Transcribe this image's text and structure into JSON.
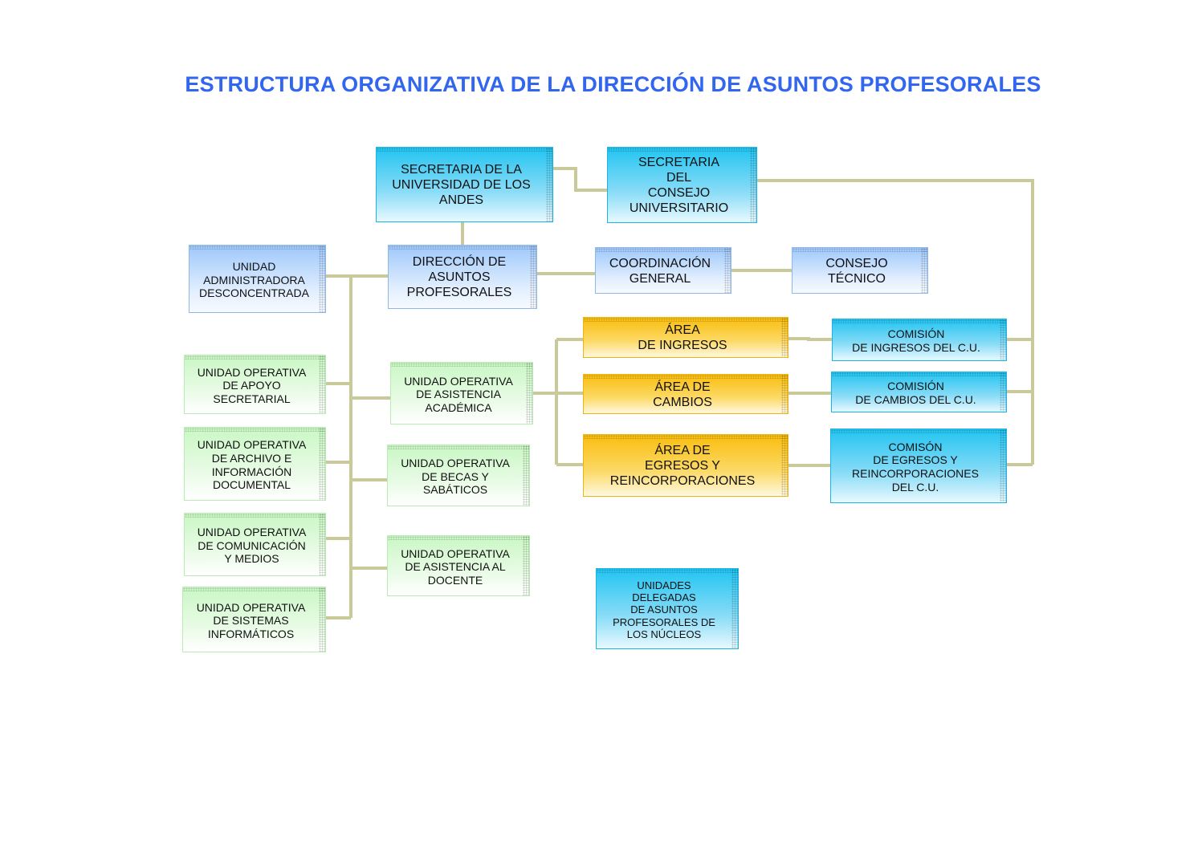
{
  "title": "ESTRUCTURA ORGANIZATIVA DE LA DIRECCIÓN DE ASUNTOS PROFESORALES",
  "colors": {
    "title": "#3366ee",
    "connector": "#c9c99a",
    "blue_box": "#9ec8fb",
    "cyan_box": "#22c4f1",
    "green_box": "#c9f7c4",
    "yellow_box": "#f9bd0e"
  },
  "nodes": {
    "secretaria_ula": "SECRETARIA DE LA\nUNIVERSIDAD DE LOS\nANDES",
    "secretaria_cu": "SECRETARIA\nDEL\nCONSEJO\nUNIVERSITARIO",
    "unidad_admin": "UNIDAD\nADMINISTRADORA\nDESCONCENTRADA",
    "direccion": "DIRECCIÓN DE\nASUNTOS\nPROFESORALES",
    "coordinacion": "COORDINACIÓN\nGENERAL",
    "consejo_tecnico": "CONSEJO\nTÉCNICO",
    "area_ingresos": "ÁREA\nDE INGRESOS",
    "area_cambios": "ÁREA DE\nCAMBIOS",
    "area_egresos": "ÁREA DE\nEGRESOS Y\nREINCORPORACIONES",
    "comision_ingresos": "COMISIÓN\nDE INGRESOS DEL C.U.",
    "comision_cambios": "COMISIÓN\nDE CAMBIOS DEL C.U.",
    "comision_egresos": "COMISÓN\nDE EGRESOS Y\nREINCORPORACIONES\nDEL C.U.",
    "uo_apoyo": "UNIDAD OPERATIVA\nDE APOYO\nSECRETARIAL",
    "uo_archivo": "UNIDAD OPERATIVA\nDE ARCHIVO E\nINFORMACIÓN\nDOCUMENTAL",
    "uo_comunicacion": "UNIDAD OPERATIVA\nDE COMUNICACIÓN\nY MEDIOS",
    "uo_sistemas": "UNIDAD OPERATIVA\nDE SISTEMAS\nINFORMÁTICOS",
    "uo_academica": "UNIDAD OPERATIVA\nDE ASISTENCIA\nACADÉMICA",
    "uo_becas": "UNIDAD OPERATIVA\nDE BECAS Y\nSABÁTICOS",
    "uo_docente": "UNIDAD OPERATIVA\nDE ASISTENCIA  AL\nDOCENTE",
    "unidades_delegadas": "UNIDADES\nDELEGADAS\nDE ASUNTOS\nPROFESORALES DE\nLOS NÚCLEOS"
  }
}
